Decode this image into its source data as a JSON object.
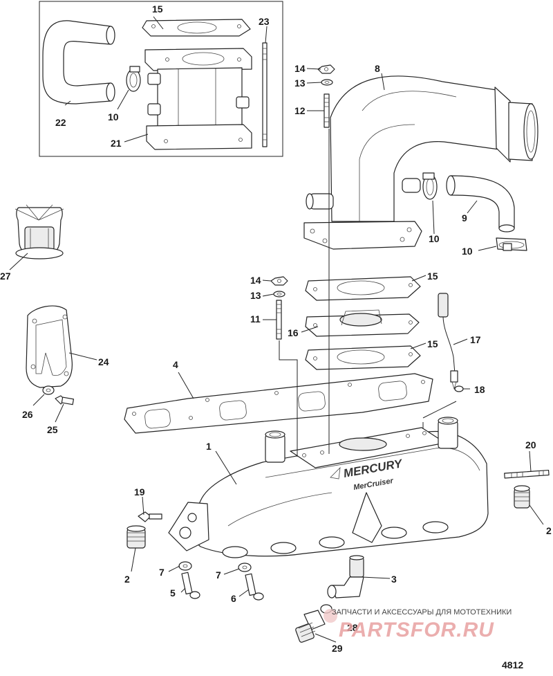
{
  "diagram": {
    "figure_number": "4812",
    "brand_text": "MERCURY",
    "sub_brand_text": "MerCruiser",
    "watermark_caption": "ЗАПЧАСТИ И АКСЕССУАРЫ ДЛЯ МОТОТЕХНИКИ",
    "watermark_logo": "PARTSFOR.RU",
    "callouts": [
      "15",
      "23",
      "14",
      "8",
      "13",
      "12",
      "22",
      "10",
      "21",
      "27",
      "9",
      "10",
      "10",
      "14",
      "15",
      "13",
      "11",
      "16",
      "17",
      "15",
      "24",
      "4",
      "18",
      "26",
      "25",
      "20",
      "1",
      "19",
      "2",
      "2",
      "7",
      "7",
      "3",
      "5",
      "6",
      "28",
      "29"
    ]
  }
}
